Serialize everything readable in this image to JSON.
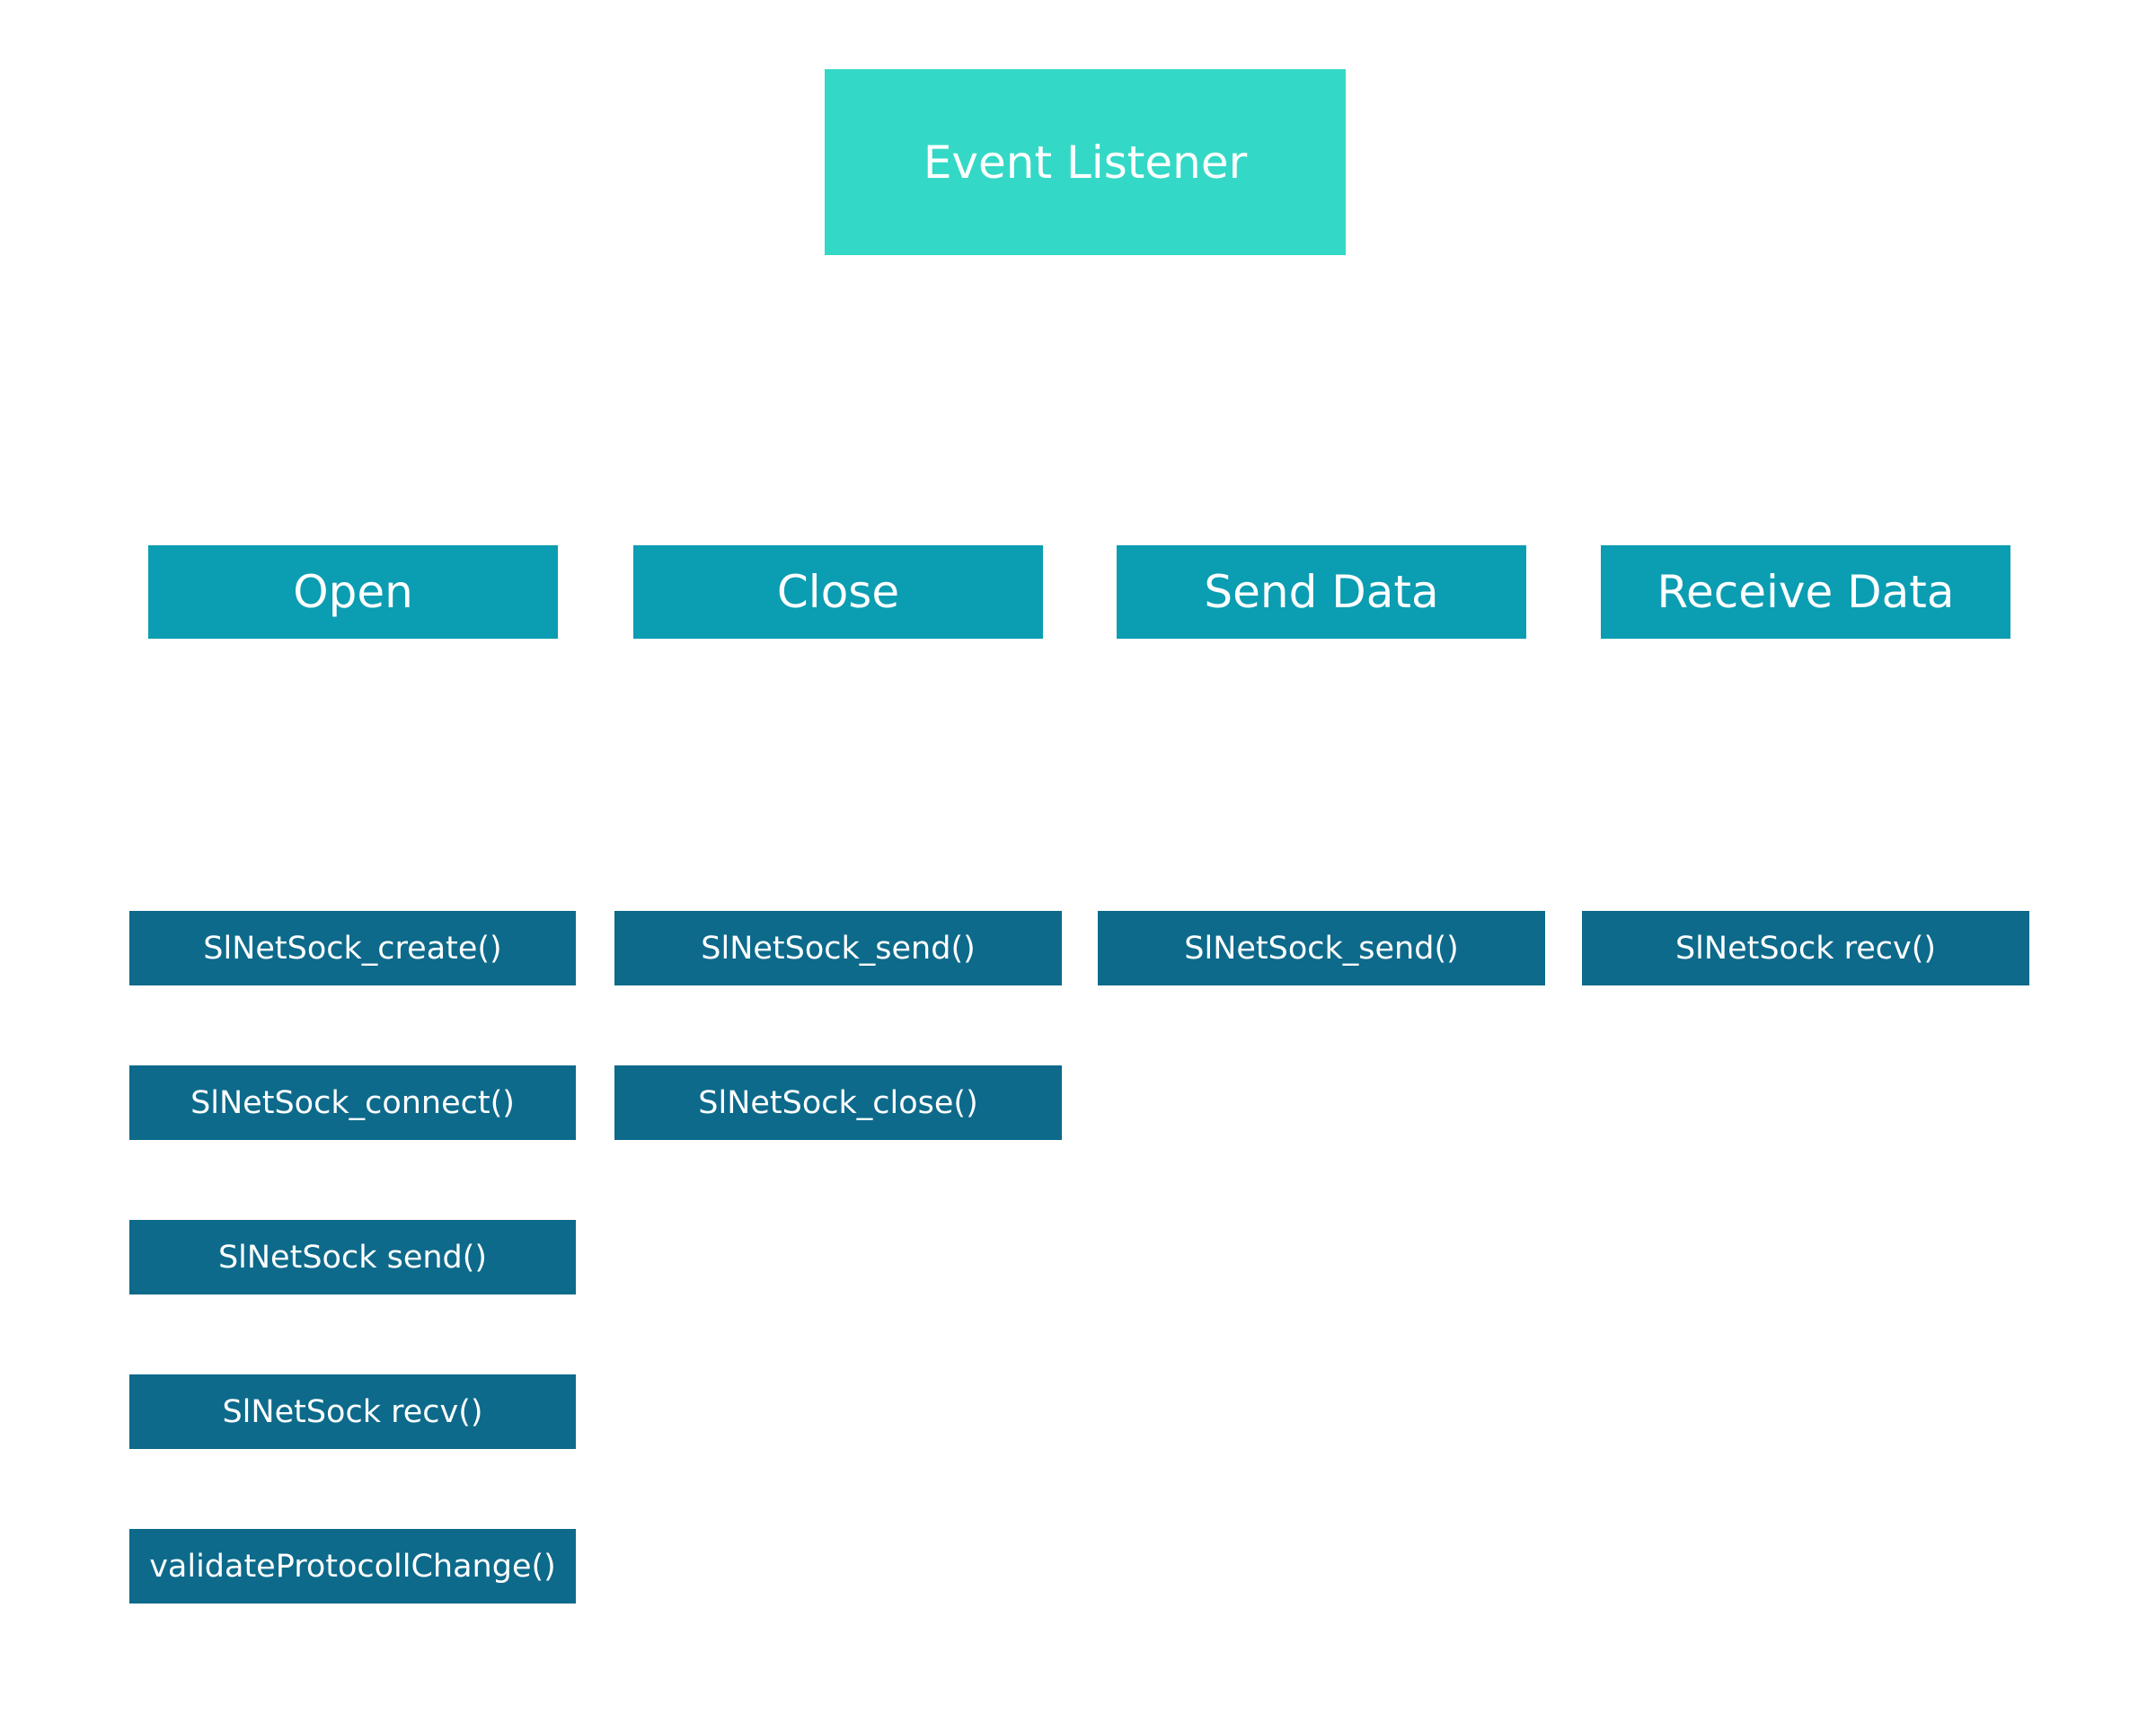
{
  "diagram": {
    "root": {
      "label": "Event Listener"
    },
    "colors": {
      "background": "#ffffff",
      "root": "#33d9c6",
      "category": "#0b9db2",
      "function": "#0d6a8b",
      "text": "#ffffff"
    },
    "categories": [
      {
        "label": "Open",
        "functions": [
          "SlNetSock_create()",
          "SlNetSock_connect()",
          "SlNetSock send()",
          "SlNetSock recv()",
          "validateProtocollChange()"
        ]
      },
      {
        "label": "Close",
        "functions": [
          "SlNetSock_send()",
          "SlNetSock_close()"
        ]
      },
      {
        "label": "Send Data",
        "functions": [
          "SlNetSock_send()"
        ]
      },
      {
        "label": "Receive Data",
        "functions": [
          "SlNetSock recv()"
        ]
      }
    ]
  }
}
